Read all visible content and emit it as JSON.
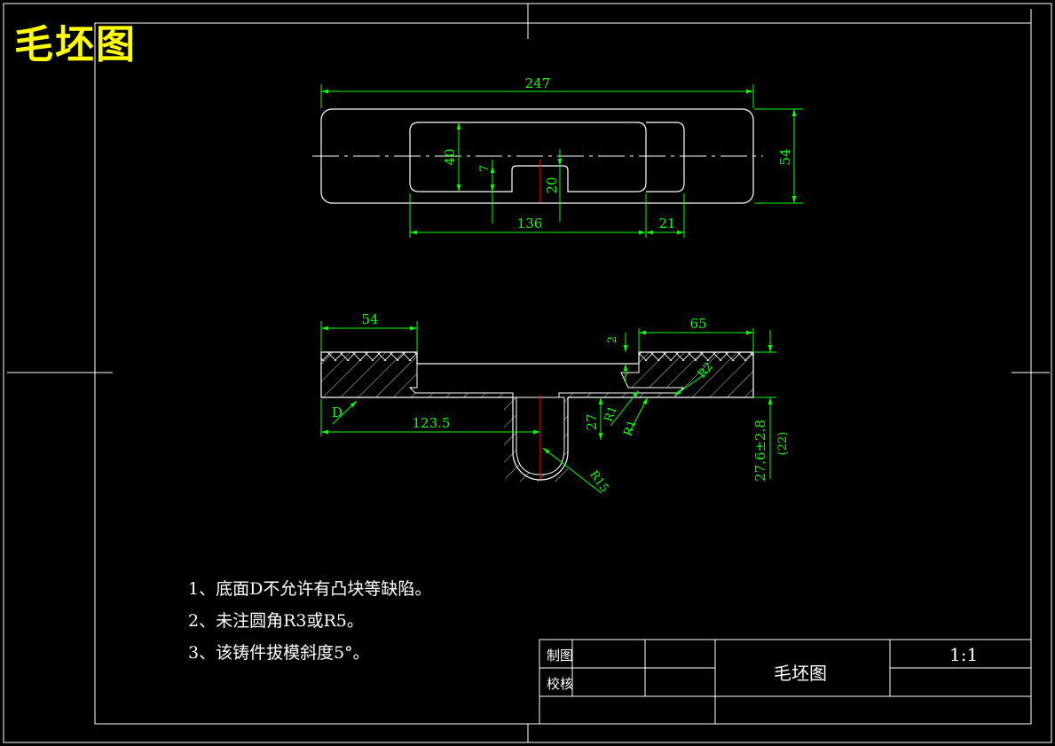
{
  "title": "毛坯图",
  "dimensions": {
    "top_width": "247",
    "top_height": "54",
    "slot_height": "40",
    "notch_depth": "7",
    "notch_width": "20",
    "slot_length": "136",
    "end_width": "21",
    "left_flat": "54",
    "right_flat": "65",
    "step": "2",
    "radius_r2": "R2",
    "radius_r1a": "R1",
    "radius_r1b": "R1",
    "boss_height": "27",
    "datum_d": "D",
    "boss_position": "123.5",
    "boss_radius": "R15",
    "total_height": "27.6±2.8",
    "total_height_ref": "(22)"
  },
  "notes": [
    "1、底面D不允许有凸块等缺陷。",
    "2、未注圆角R3或R5。",
    "3、该铸件拔模斜度5°。"
  ],
  "title_block": {
    "drawn_label": "制图",
    "checked_label": "校核",
    "name": "毛坯图",
    "scale": "1:1"
  },
  "colors": {
    "background": "#000000",
    "outline": "#ffffff",
    "dimension": "#00ff00",
    "title": "#ffff00",
    "centerline": "#ff0000",
    "hatch": "#ffffff"
  }
}
